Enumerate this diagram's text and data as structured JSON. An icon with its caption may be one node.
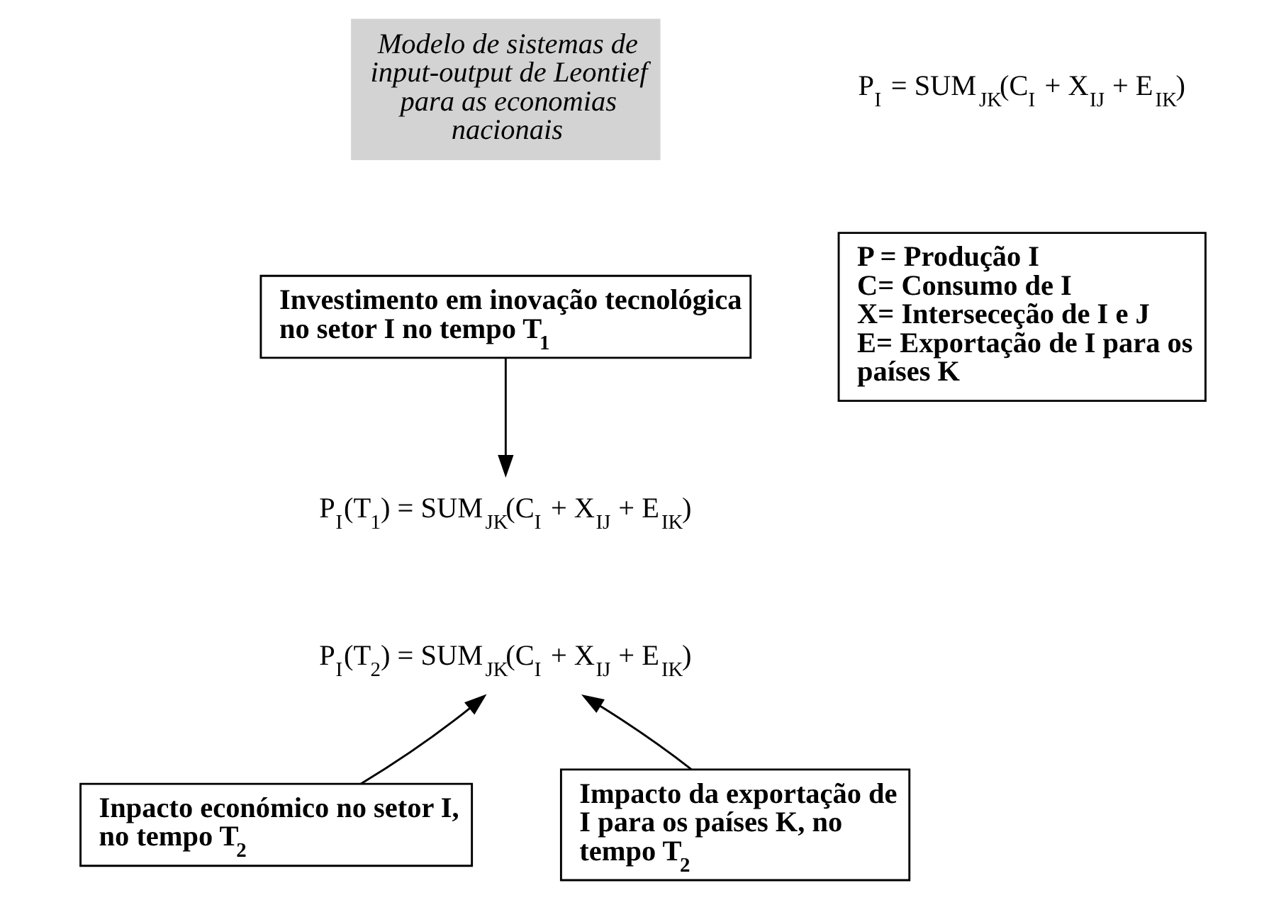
{
  "diagram": {
    "nodes": [
      {
        "text": [
          "Modelo de sistemas de input-output de Leontief para as economias nacionais"
        ]
      },
      {
        "text": [
          "Investimento em inovação tecnológica no setor I no tempo T$_{1}$"
        ]
      },
      {
        "text": [
          "P = Produção I",
          "C= Consumo de I",
          "X= Interseceção de I e J",
          "E= Exportação de I para os países K"
        ]
      },
      {
        "text": [
          "P$_{I}$(T$_{1}$) = SUM$_{JK}$(C$_{I}$ + X$_{IJ}$ + E$_{IK}$)"
        ]
      },
      {
        "text": [
          "P$_{I}$(T$_{2}$) = SUM$_{JK}$(C$_{I}$ + X$_{IJ}$ + E$_{IK}$)"
        ]
      },
      {
        "text": [
          "Inpacto económico no setor I, no tempo T$_{2}$"
        ]
      },
      {
        "text": [
          "Impacto da exportação de I para os países K, no tempo T$_{2}$"
        ]
      }
    ],
    "edges": [
      {
        "from": 1,
        "to": 3,
        "arrow": "to"
      },
      {
        "from": 5,
        "to": 4,
        "arrow": "to"
      },
      {
        "from": 6,
        "to": 4,
        "arrow": "to"
      }
    ],
    "labels": [
      "P$_{I}$ = SUM$_{JK}$(C$_{I}$ + X$_{IJ}$ + E$_{IK}$)"
    ]
  }
}
